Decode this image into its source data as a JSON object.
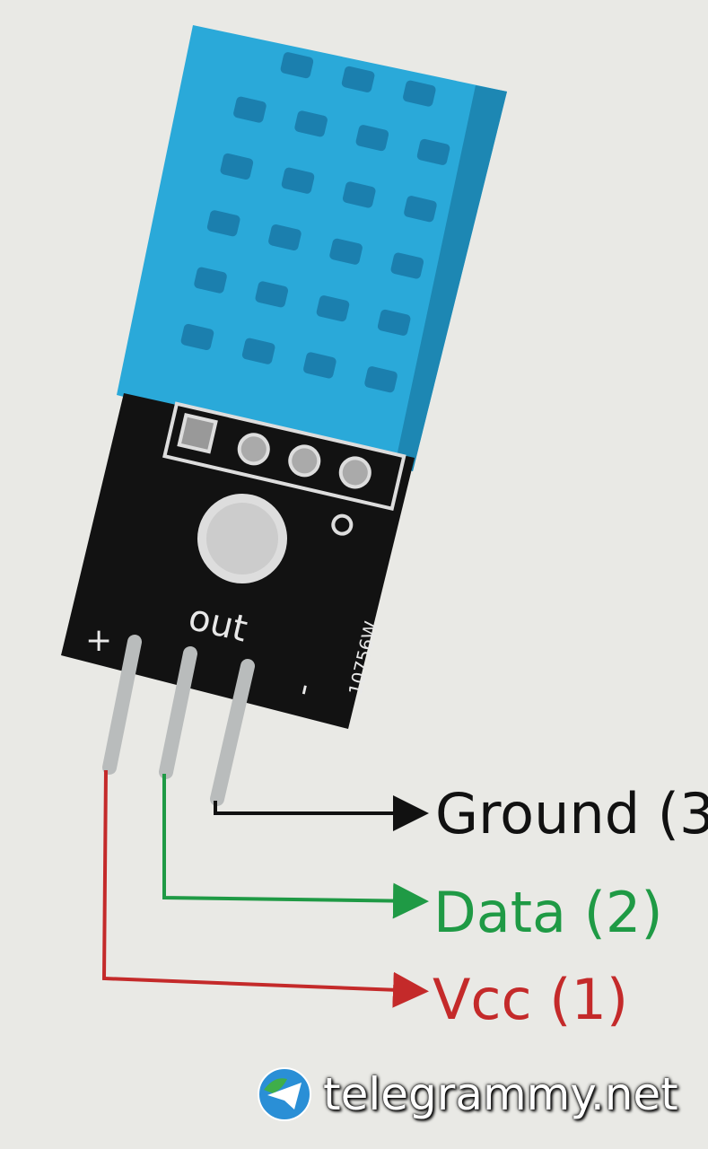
{
  "diagram": {
    "title": "DHT11 sensor module pinout",
    "board_silkscreen": {
      "plus": "+",
      "out": "out",
      "minus": "-",
      "code": "10756W"
    },
    "pins": [
      {
        "label": "Ground (3",
        "color": "#111111"
      },
      {
        "label": "Data (2)",
        "color": "#1f9a45"
      },
      {
        "label": "Vcc (1)",
        "color": "#c42a2a"
      }
    ],
    "colors": {
      "sensor_body": "#2aa9d9",
      "pcb": "#111111",
      "background": "#e9e9e5"
    }
  },
  "watermark": {
    "text": "telegrammy.net",
    "icon": "telegram-globe-icon"
  }
}
